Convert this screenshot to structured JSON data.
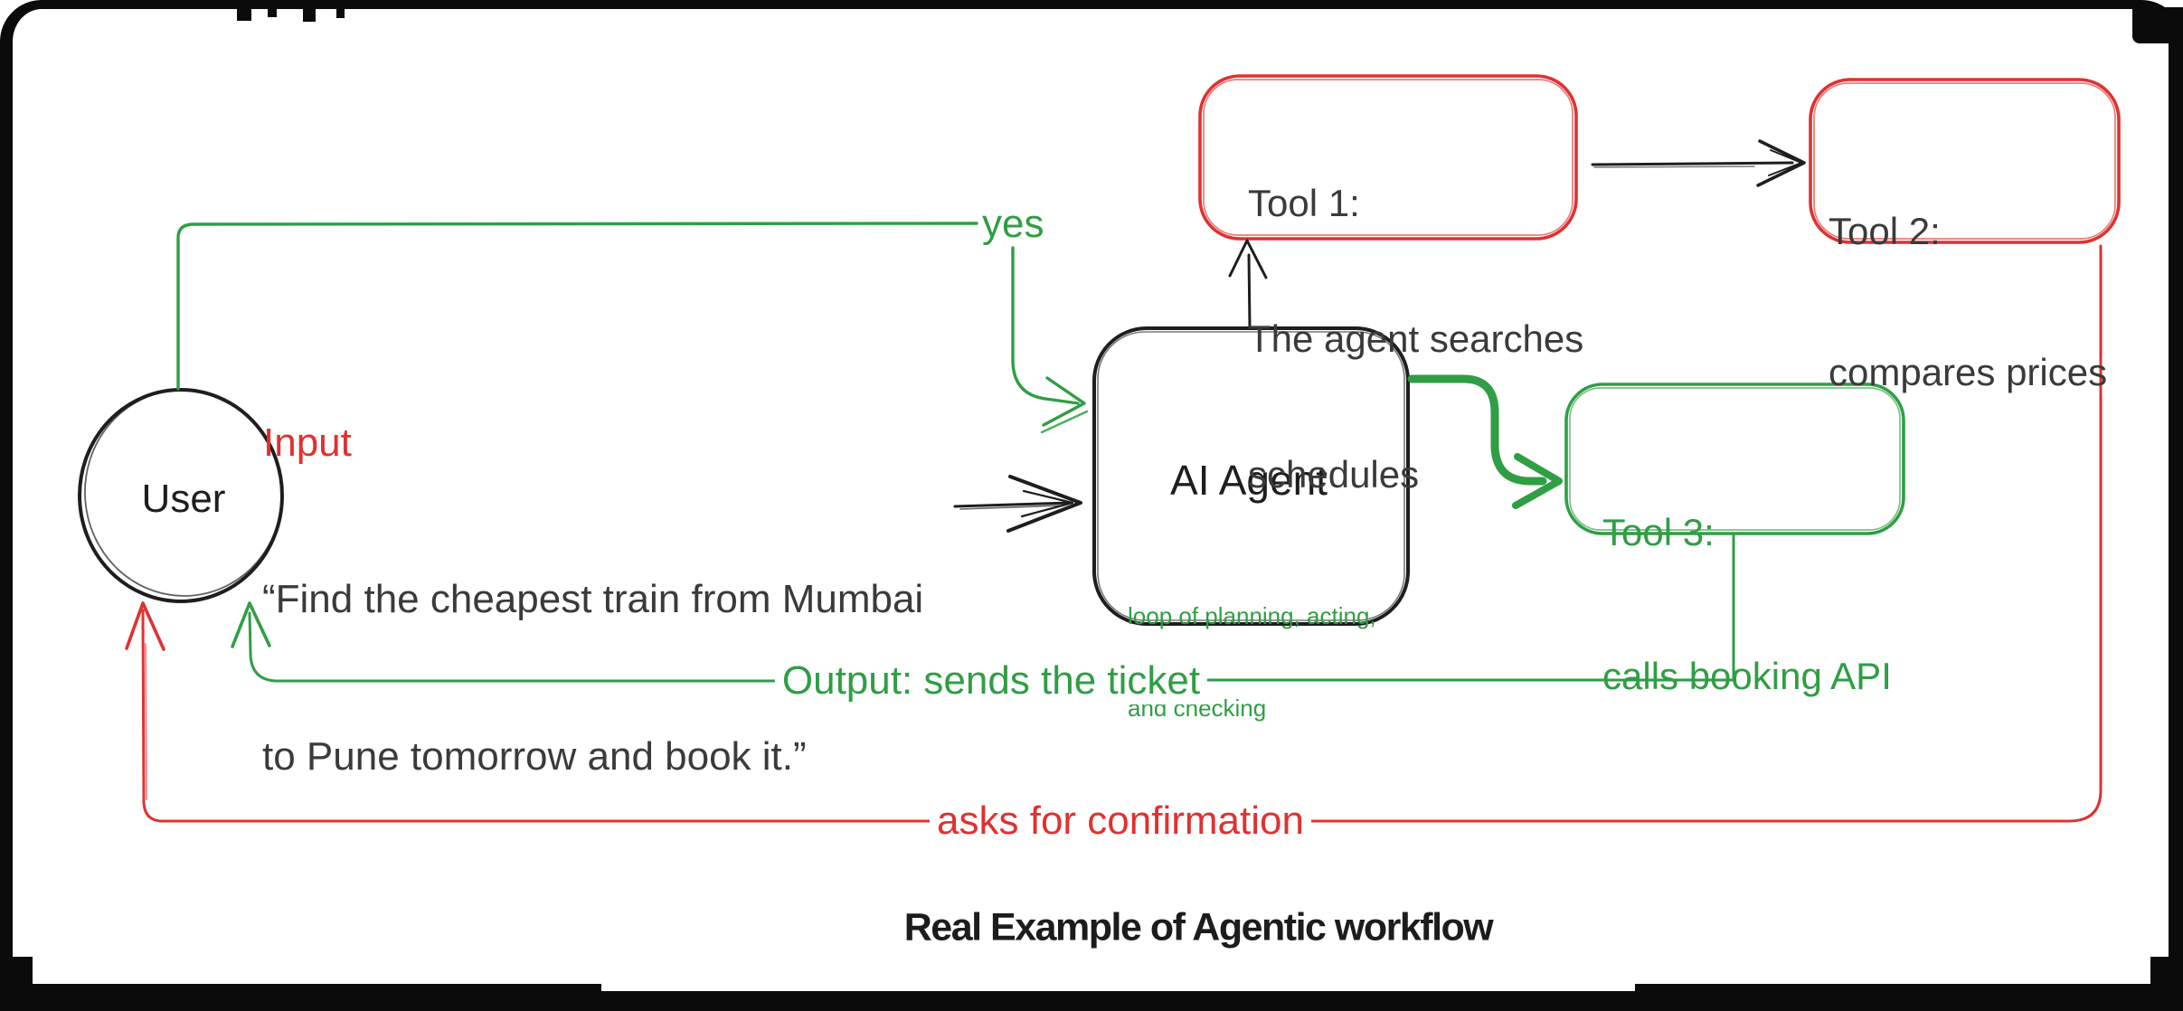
{
  "diagram": {
    "title": "Real Example of Agentic workflow",
    "colors": {
      "red": "#e03131",
      "green": "#2f9e44",
      "ink": "#1e1e1e",
      "body_text": "#3a3a3a"
    },
    "user": {
      "label": "User"
    },
    "input": {
      "heading": "Input",
      "quote_line1": "“Find the cheapest train from Mumbai",
      "quote_line2": "to Pune tomorrow and book it.”"
    },
    "agent": {
      "label": "AI Agent",
      "note_line1": "loop of planning, acting,",
      "note_line2": "and checking"
    },
    "tools": [
      {
        "id": "tool-1",
        "accent": "red",
        "lines": [
          "Tool 1:",
          "The agent searches",
          "schedules"
        ]
      },
      {
        "id": "tool-2",
        "accent": "red",
        "lines": [
          "Tool 2:",
          "compares prices"
        ]
      },
      {
        "id": "tool-3",
        "accent": "green",
        "lines": [
          "Tool 3:",
          "calls booking API"
        ]
      }
    ],
    "edges": {
      "yes_label": "yes",
      "output_label": "Output: sends the ticket",
      "confirm_label": "asks for confirmation"
    }
  }
}
